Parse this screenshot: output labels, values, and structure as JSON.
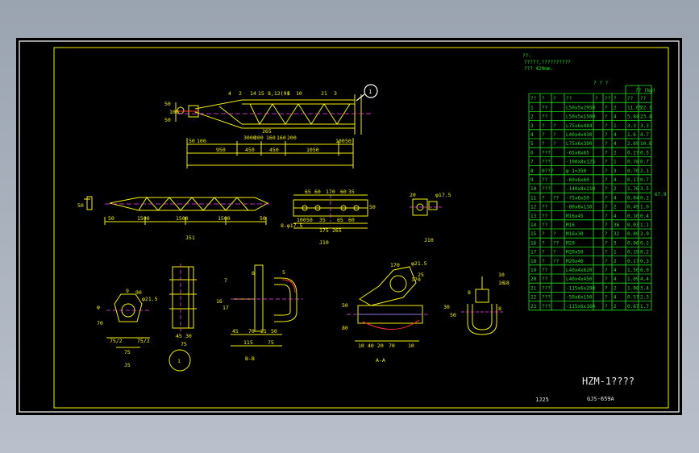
{
  "notes": {
    "heading": "??:",
    "line1": "?????,??????????",
    "line2": "??? 420mm."
  },
  "table": {
    "title": "? ? ?",
    "weight_header": "?? (kg)",
    "headers": [
      "??",
      "?",
      "?",
      "??",
      "?",
      "??",
      "?",
      "??",
      "??"
    ],
    "rows": [
      [
        "1",
        "??",
        "",
        "L50x5x2950",
        "?",
        "2",
        "11.05",
        "22.1"
      ],
      [
        "2",
        "??",
        "",
        "L50x5x1500",
        "?",
        "4",
        "5.84",
        "23.4"
      ],
      [
        "3",
        "?",
        "?",
        "L75x6x484",
        "?",
        "1",
        "3.3",
        "3.3"
      ],
      [
        "4",
        "?",
        "?",
        "L40x4x430",
        "?",
        "4",
        "1.6",
        "4.7"
      ],
      [
        "5",
        "?",
        "?",
        "L75x6x390",
        "?",
        "4",
        "2.69",
        "10.8"
      ],
      [
        "6",
        "???",
        "",
        "-65x8x65",
        "?",
        "2",
        "0.27",
        "0.5"
      ],
      [
        "7",
        "???",
        "",
        "-100x8x125",
        "?",
        "1",
        "0.78",
        "0.7"
      ],
      [
        "8",
        "0???",
        "",
        "φ 1=350",
        "?",
        "3",
        "0.70",
        "2.1"
      ],
      [
        "9",
        "??",
        "",
        "-60x6x60",
        "?",
        "4",
        "0.17",
        "0.7"
      ],
      [
        "10",
        "???",
        "",
        "-140x8x210",
        "?",
        "2",
        "1.76",
        "3.5"
      ],
      [
        "11",
        "?",
        "??",
        "-75x6x50",
        "?",
        "4",
        "0.04",
        "0.2"
      ],
      [
        "12",
        "??",
        "",
        "-80x8x130",
        "?",
        "2",
        "0.49",
        "1.0"
      ],
      [
        "13",
        "??",
        "",
        "M16x45",
        "?",
        "4",
        "0.10",
        "0.4"
      ],
      [
        "14",
        "??",
        "",
        "M16",
        "?",
        "36",
        "0.03",
        "1.1"
      ],
      [
        "15",
        "?",
        "?",
        "M16x30",
        "?",
        "32",
        "0.09",
        "2.9"
      ],
      [
        "16",
        "?",
        "??",
        "M20",
        "?",
        "3",
        "0.06",
        "0.2"
      ],
      [
        "17",
        "?",
        "?",
        "M20x50",
        "?",
        "1",
        "0.19",
        "0.2"
      ],
      [
        "18",
        "?",
        "??",
        "M20x40",
        "?",
        "2",
        "0.17",
        "0.3"
      ],
      [
        "19",
        "??",
        "",
        "L40x4x620",
        "?",
        "4",
        "1.50",
        "6.0"
      ],
      [
        "20",
        "??",
        "",
        "L40x4x450",
        "?",
        "4",
        "1.09",
        "4.4"
      ],
      [
        "21",
        "???",
        "",
        "-115x6x290",
        "?",
        "2",
        "1.08",
        "3.4"
      ],
      [
        "22",
        "???",
        "",
        "-50x6x150",
        "?",
        "4",
        "0.57",
        "2.3"
      ],
      [
        "23",
        "???",
        "",
        "-115x6x160",
        "?",
        "2",
        "0.87",
        "1.7"
      ]
    ],
    "side_total": "67.9"
  },
  "views": {
    "truss_dims_top": [
      "4",
      "2",
      "14",
      "15",
      "8,12(9)",
      "6",
      "10",
      "21",
      "3"
    ],
    "truss_dims_bottom": [
      "50",
      "100",
      "950",
      "450",
      "450",
      "1050",
      "100",
      "50",
      "3000",
      "200",
      "160",
      "160",
      "200",
      "265"
    ],
    "truss_dims_left": [
      "50",
      "100",
      "50"
    ],
    "truss_balloon": "1",
    "elev_dims": [
      "50",
      "1500",
      "1500",
      "1500",
      "50"
    ],
    "elev_left": "50",
    "elev_caption": "J51",
    "section_dims": [
      "65",
      "60",
      "170",
      "60",
      "35",
      "50",
      "100",
      "50",
      "35",
      "60",
      "65",
      "175",
      "265"
    ],
    "section_label": "8-φ17.5",
    "section_caption": "J10",
    "small_dims": [
      "20",
      "φ17.5"
    ],
    "small_caption": "J10",
    "hanger_dims": [
      "9",
      "90",
      "φ21.5",
      "70",
      "75/2",
      "75/2",
      "75"
    ],
    "hanger_caption": "J5",
    "hanger_prefix": "φ",
    "col_dims": [
      "45",
      "30",
      "75"
    ],
    "bb_dims": [
      "45",
      "70",
      "25",
      "50",
      "115",
      "75",
      "7",
      "16",
      "17",
      "6",
      "5"
    ],
    "bb_caption": "B-B",
    "aa_dims": [
      "170",
      "φ21.5",
      "25",
      "50",
      "80",
      "10",
      "40",
      "20",
      "70",
      "170",
      "10"
    ],
    "aa_caption": "A-A",
    "shackle_dims": [
      "8",
      "10",
      "16",
      "18",
      "8",
      "30",
      "50"
    ],
    "balloon_a": "1"
  },
  "title_block": {
    "name": "HZM-1????",
    "drawing_no": "GJS-659A",
    "sheet": "1J25"
  }
}
